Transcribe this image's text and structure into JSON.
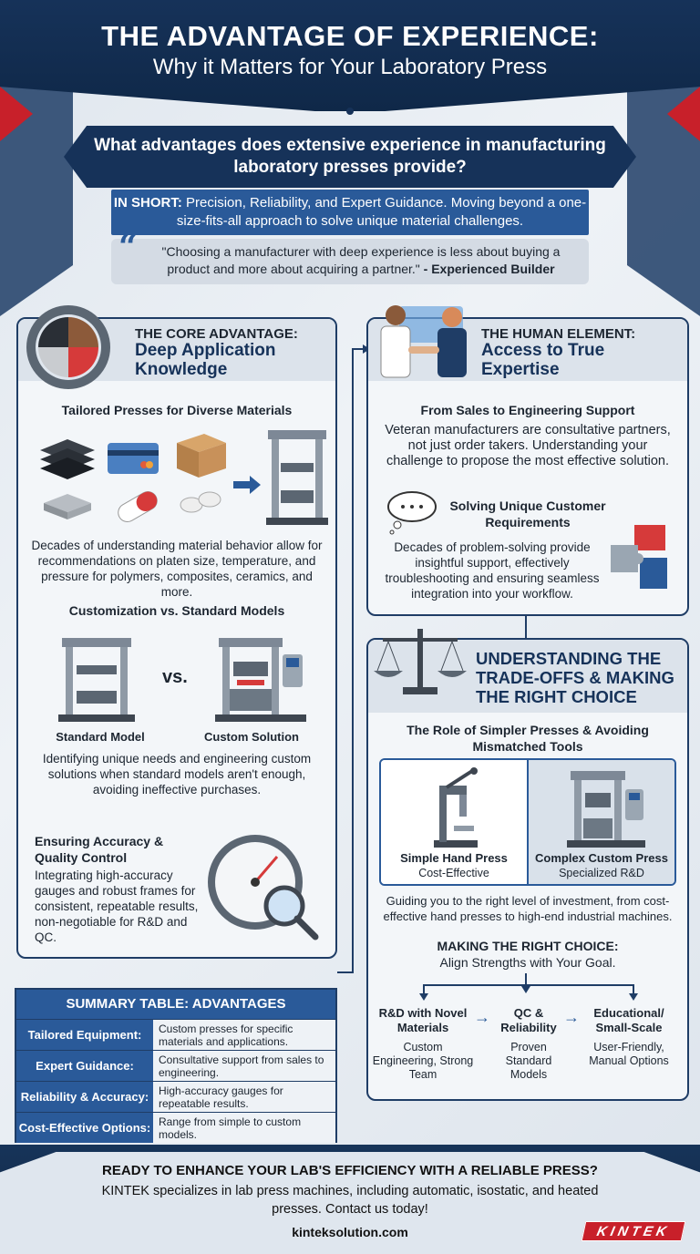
{
  "header": {
    "title_line1": "THE ADVANTAGE OF EXPERIENCE:",
    "title_line2": "Why it Matters for Your Laboratory Press"
  },
  "question": "What advantages does extensive experience in manufacturing laboratory presses provide?",
  "in_short": {
    "label": "IN SHORT:",
    "text": "Precision, Reliability, and Expert Guidance. Moving beyond a one-size-fits-all approach to solve unique material challenges."
  },
  "quote": {
    "text": "\"Choosing a manufacturer with deep experience is less about buying a product and more about acquiring a partner.\"",
    "author": "- Experienced Builder"
  },
  "core": {
    "kicker": "THE CORE ADVANTAGE:",
    "title": "Deep Application Knowledge",
    "section1_title": "Tailored Presses for Diverse Materials",
    "section1_text": "Decades of understanding material behavior allow for recommendations on platen size, temperature, and pressure for polymers, composites, ceramics, and more.",
    "section2_title": "Customization vs. Standard Models",
    "vs_label": "vs.",
    "standard_label": "Standard Model",
    "custom_label": "Custom Solution",
    "section2_text": "Identifying unique needs and engineering custom solutions when standard models aren't enough, avoiding ineffective purchases.",
    "section3_title": "Ensuring Accuracy & Quality Control",
    "section3_text": "Integrating high-accuracy gauges and robust frames for consistent, repeatable results, non-negotiable for R&D and QC."
  },
  "human": {
    "kicker": "THE HUMAN ELEMENT:",
    "title": "Access to True Expertise",
    "section1_title": "From Sales to Engineering Support",
    "section1_text": "Veteran manufacturers are consultative partners, not just order takers. Understanding your challenge to propose the most effective solution.",
    "section2_title": "Solving Unique Customer Requirements",
    "section2_text": "Decades of problem-solving provide insightful support, effectively troubleshooting and ensuring seamless integration into your workflow."
  },
  "tradeoffs": {
    "title": "UNDERSTANDING THE TRADE-OFFS & MAKING THE RIGHT CHOICE",
    "section1_title": "The Role of Simpler Presses & Avoiding Mismatched Tools",
    "simple_label": "Simple Hand Press",
    "simple_sub": "Cost-Effective",
    "complex_label": "Complex Custom Press",
    "complex_sub": "Specialized R&D",
    "section1_text": "Guiding you to the right level of investment, from cost-effective hand presses to high-end industrial machines.",
    "choice_title": "MAKING THE RIGHT CHOICE:",
    "choice_sub": "Align Strengths with Your Goal.",
    "options": [
      {
        "title": "R&D with Novel Materials",
        "text": "Custom Engineering, Strong Team"
      },
      {
        "title": "QC & Reliability",
        "text": "Proven Standard Models"
      },
      {
        "title": "Educational/ Small-Scale",
        "text": "User-Friendly, Manual Options"
      }
    ]
  },
  "summary": {
    "title": "SUMMARY TABLE: ADVANTAGES",
    "rows": [
      {
        "key": "Tailored Equipment:",
        "value": "Custom presses for specific materials and applications."
      },
      {
        "key": "Expert Guidance:",
        "value": "Consultative support from sales to engineering."
      },
      {
        "key": "Reliability & Accuracy:",
        "value": "High-accuracy gauges for repeatable results."
      },
      {
        "key": "Cost-Effective Options:",
        "value": "Range from simple to custom models."
      }
    ]
  },
  "footer": {
    "cta": "READY TO ENHANCE YOUR LAB'S EFFICIENCY WITH A RELIABLE PRESS?",
    "text": "KINTEK specializes in lab press machines, including automatic, isostatic, and heated presses. Contact us today!",
    "url": "kinteksolution.com",
    "logo": "KINTEK"
  },
  "colors": {
    "navy": "#163259",
    "blue": "#2a5a99",
    "red": "#c8202a"
  }
}
